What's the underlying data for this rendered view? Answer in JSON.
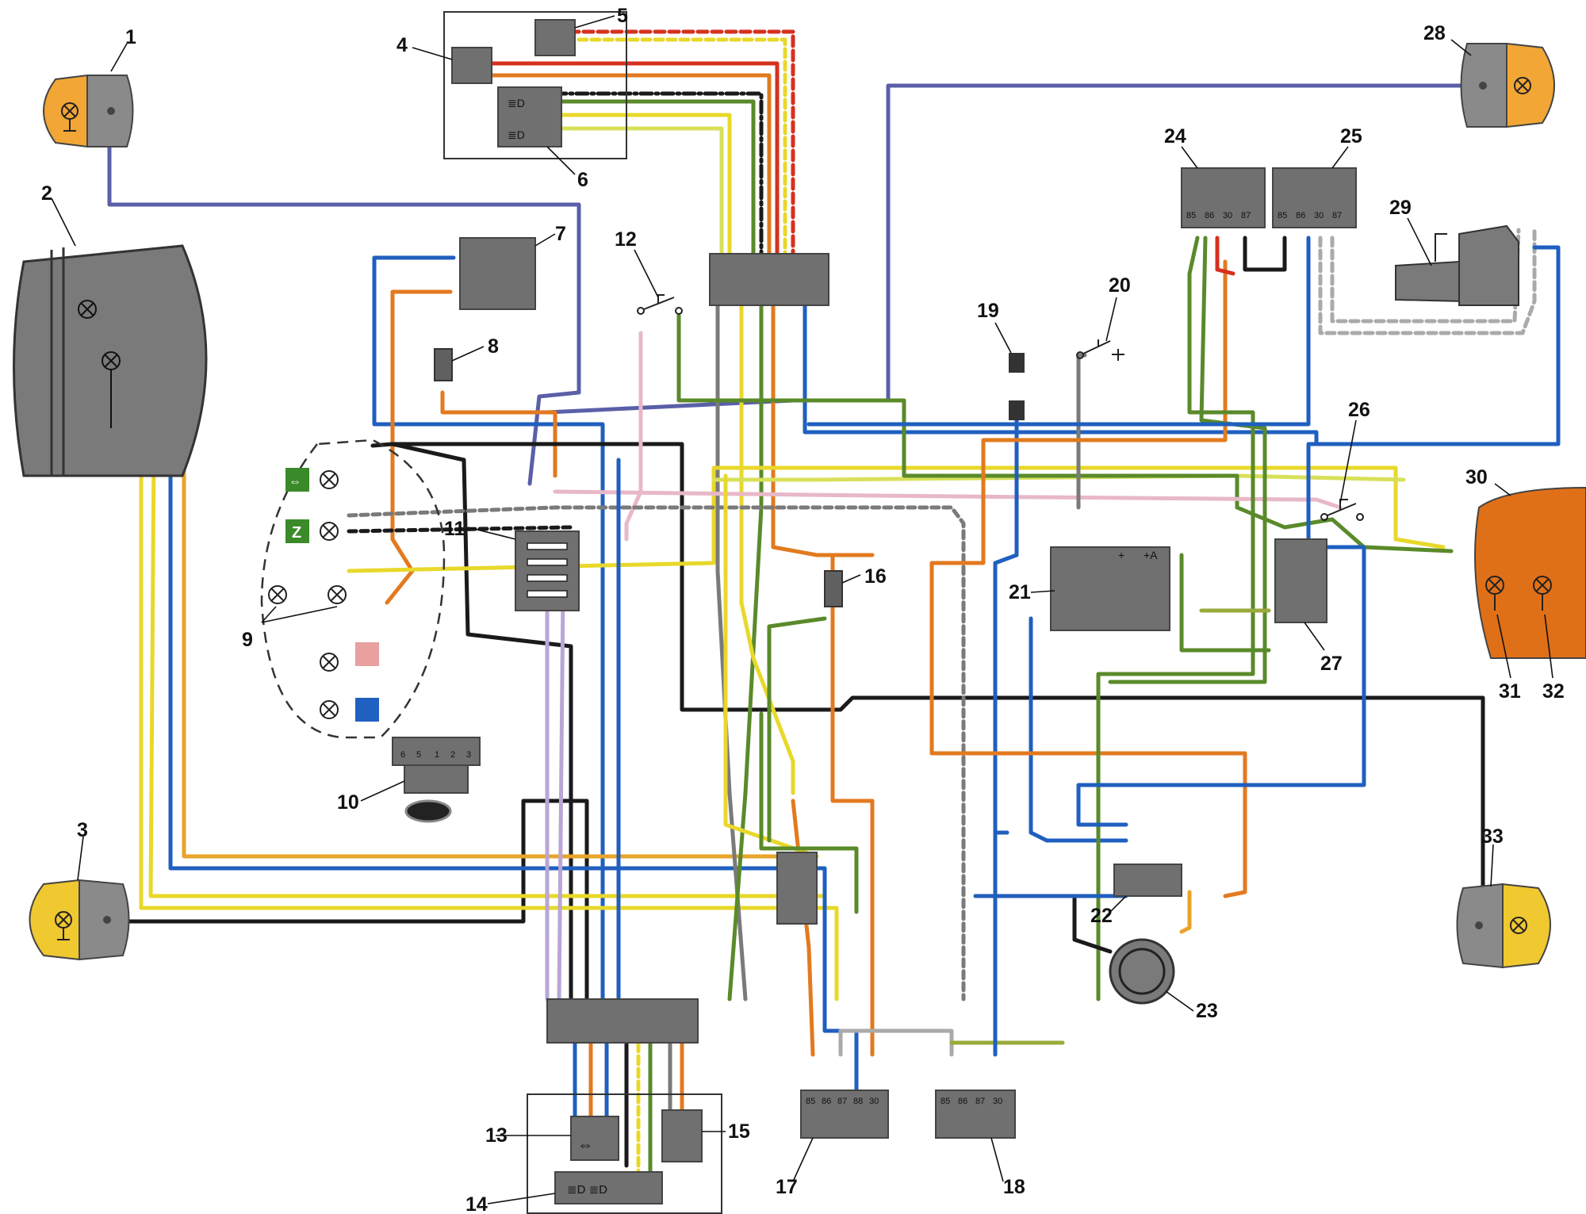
{
  "labels": [
    "1",
    "2",
    "3",
    "4",
    "5",
    "6",
    "7",
    "8",
    "9",
    "10",
    "11",
    "12",
    "13",
    "14",
    "15",
    "16",
    "17",
    "18",
    "19",
    "20",
    "21",
    "22",
    "23",
    "24",
    "25",
    "26",
    "27",
    "28",
    "29",
    "30",
    "31",
    "32",
    "33"
  ],
  "relay_pins": {
    "r24": [
      "85",
      "86",
      "30",
      "87"
    ],
    "r25": [
      "85",
      "86",
      "30",
      "87"
    ],
    "r17": [
      "85",
      "86",
      "87",
      "88",
      "30"
    ],
    "r18": [
      "85",
      "86",
      "87",
      "30"
    ],
    "connector10": [
      "6",
      "5",
      "1",
      "2",
      "3"
    ]
  },
  "battery_terminals": {
    "plus": "+",
    "plus_a": "+A"
  },
  "indicator_letters": {
    "neutral": "Z"
  },
  "colors": {
    "black": "#1a1a1a",
    "blue": "#1f5fbf",
    "violet": "#5a5fa8",
    "orange": "#e27a1f",
    "red": "#d6301f",
    "yellow": "#e8d82a",
    "green": "#5a8a2a",
    "grey": "#7a7a7a",
    "lilac": "#b9a6d6",
    "pink": "#e8b8c8",
    "lamp_orange": "#f2a636",
    "lamp_yellow": "#f0c830",
    "housing_grey": "#8a8a8a"
  }
}
